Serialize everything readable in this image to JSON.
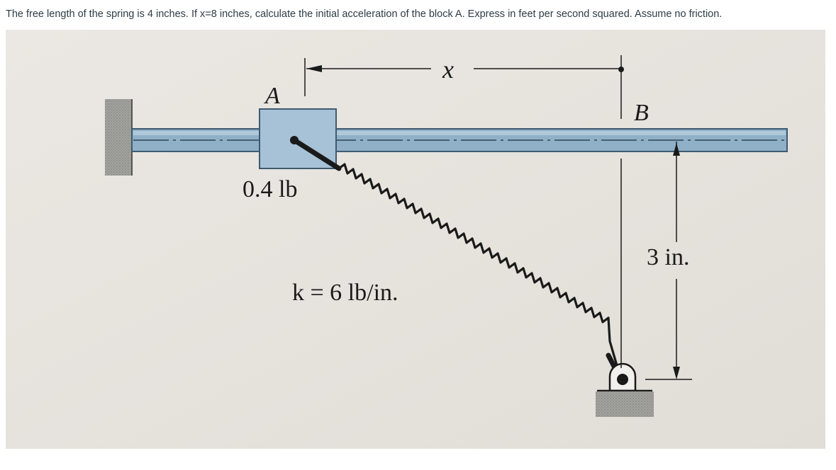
{
  "question": {
    "text": "The free length of the spring is 4 inches. If x=8 inches, calculate the initial acceleration of the block A. Express in feet per second squared. Assume no friction."
  },
  "diagram": {
    "label_a": "A",
    "label_b": "B",
    "label_x": "x",
    "label_weight": "0.4 lb",
    "label_k": "k = 6 lb/in.",
    "label_height": "3 in."
  },
  "colors": {
    "rod": "#8fb0c7",
    "rod_edge": "#3e5a70",
    "block": "#a7c1d6",
    "paper": "#e8e4df",
    "ink": "#1a1a1a",
    "wall": "#9a9a96"
  }
}
